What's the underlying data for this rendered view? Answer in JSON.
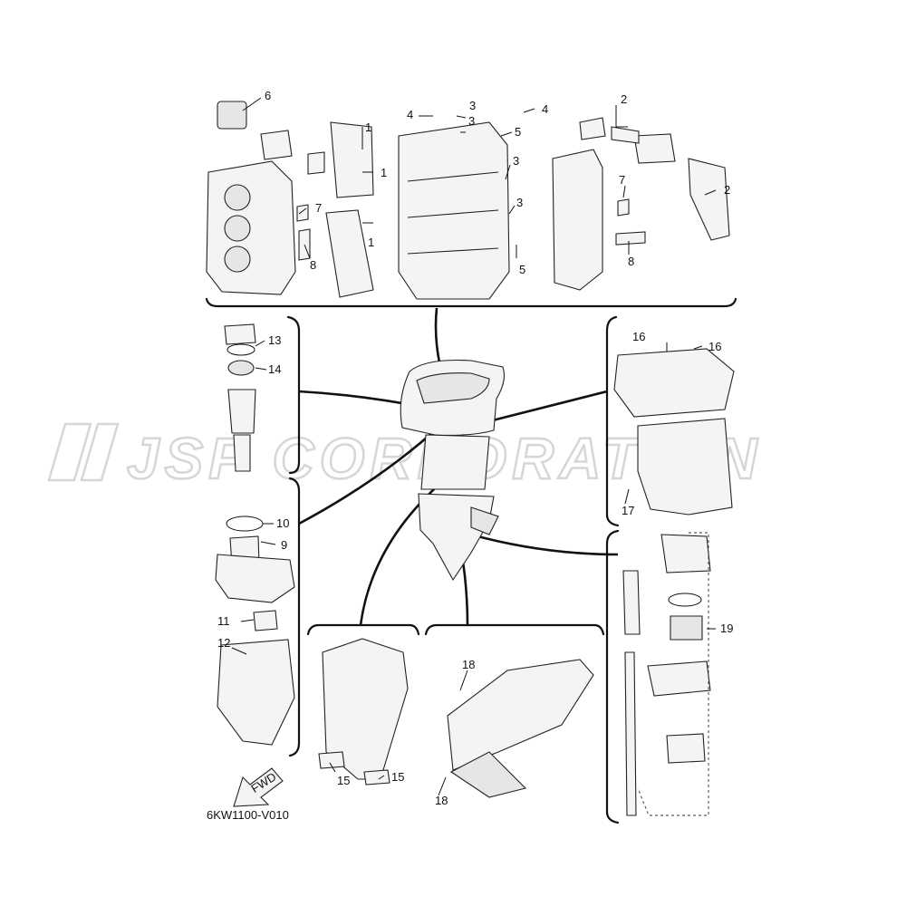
{
  "diagram_code": "6KW1100-V010",
  "watermark": "JSP CORPORATION",
  "fwd_label": "FWD",
  "callouts": {
    "c1a": "1",
    "c1b": "1",
    "c1c": "1",
    "c2a": "2",
    "c2b": "2",
    "c3a": "3",
    "c3b": "3",
    "c3c": "3",
    "c3d": "3",
    "c4a": "4",
    "c4b": "4",
    "c5a": "5",
    "c5b": "5",
    "c6": "6",
    "c7a": "7",
    "c7b": "7",
    "c8a": "8",
    "c8b": "8",
    "c9": "9",
    "c10": "10",
    "c11": "11",
    "c12": "12",
    "c13": "13",
    "c14": "14",
    "c15a": "15",
    "c15b": "15",
    "c16a": "16",
    "c16b": "16",
    "c17": "17",
    "c18a": "18",
    "c18b": "18",
    "c19": "19"
  }
}
